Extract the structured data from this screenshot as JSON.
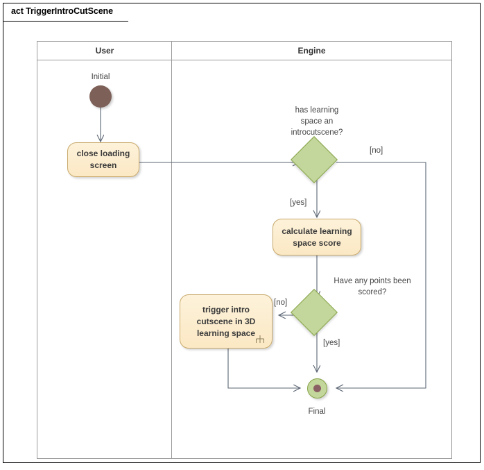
{
  "diagram": {
    "title": "act TriggerIntroCutScene",
    "type": "UML Activity Diagram",
    "lanes": [
      {
        "id": "user",
        "label": "User"
      },
      {
        "id": "engine",
        "label": "Engine"
      }
    ],
    "nodes": [
      {
        "id": "initial",
        "kind": "initial-node",
        "caption": "Initial",
        "lane": "user"
      },
      {
        "id": "close-loading-screen",
        "kind": "action",
        "label": "close loading screen",
        "lane": "user"
      },
      {
        "id": "decision-introcutscene",
        "kind": "decision",
        "question": "has learning space an introcutscene?",
        "lane": "engine"
      },
      {
        "id": "calculate-learning-space-score",
        "kind": "action",
        "label": "calculate learning space score",
        "lane": "engine"
      },
      {
        "id": "decision-points-scored",
        "kind": "decision",
        "question": "Have any points been scored?",
        "lane": "engine"
      },
      {
        "id": "trigger-intro-cutscene",
        "kind": "action",
        "label": "trigger intro cutscene in 3D learning space",
        "lane": "engine",
        "icon": "rake-icon"
      },
      {
        "id": "final",
        "kind": "final-node",
        "caption": "Final",
        "lane": "engine"
      }
    ],
    "guards": {
      "introcutscene_no": "[no]",
      "introcutscene_yes": "[yes]",
      "points_no": "[no]",
      "points_yes": "[yes]"
    },
    "decision_questions": {
      "introcutscene_line1": "has learning",
      "introcutscene_line2": "space an",
      "introcutscene_line3": "introcutscene?",
      "points_line1": "Have any points been",
      "points_line2": "scored?"
    },
    "node_labels": {
      "close_loading_line1": "close loading",
      "close_loading_line2": "screen",
      "calculate_line1": "calculate learning",
      "calculate_line2": "space score",
      "trigger_line1": "trigger intro",
      "trigger_line2": "cutscene in 3D",
      "trigger_line3": "learning space"
    },
    "captions": {
      "initial": "Initial",
      "final": "Final"
    },
    "colors": {
      "action_fill": "#fbe8c4",
      "action_border": "#c8a96a",
      "decision_fill": "#c3d69b",
      "decision_border": "#87a54a",
      "initial_fill": "#7d6058",
      "final_inner": "#8a5f63",
      "connector": "#5a6472",
      "lane_border": "#9a9a9a",
      "frame_border": "#000000"
    }
  }
}
